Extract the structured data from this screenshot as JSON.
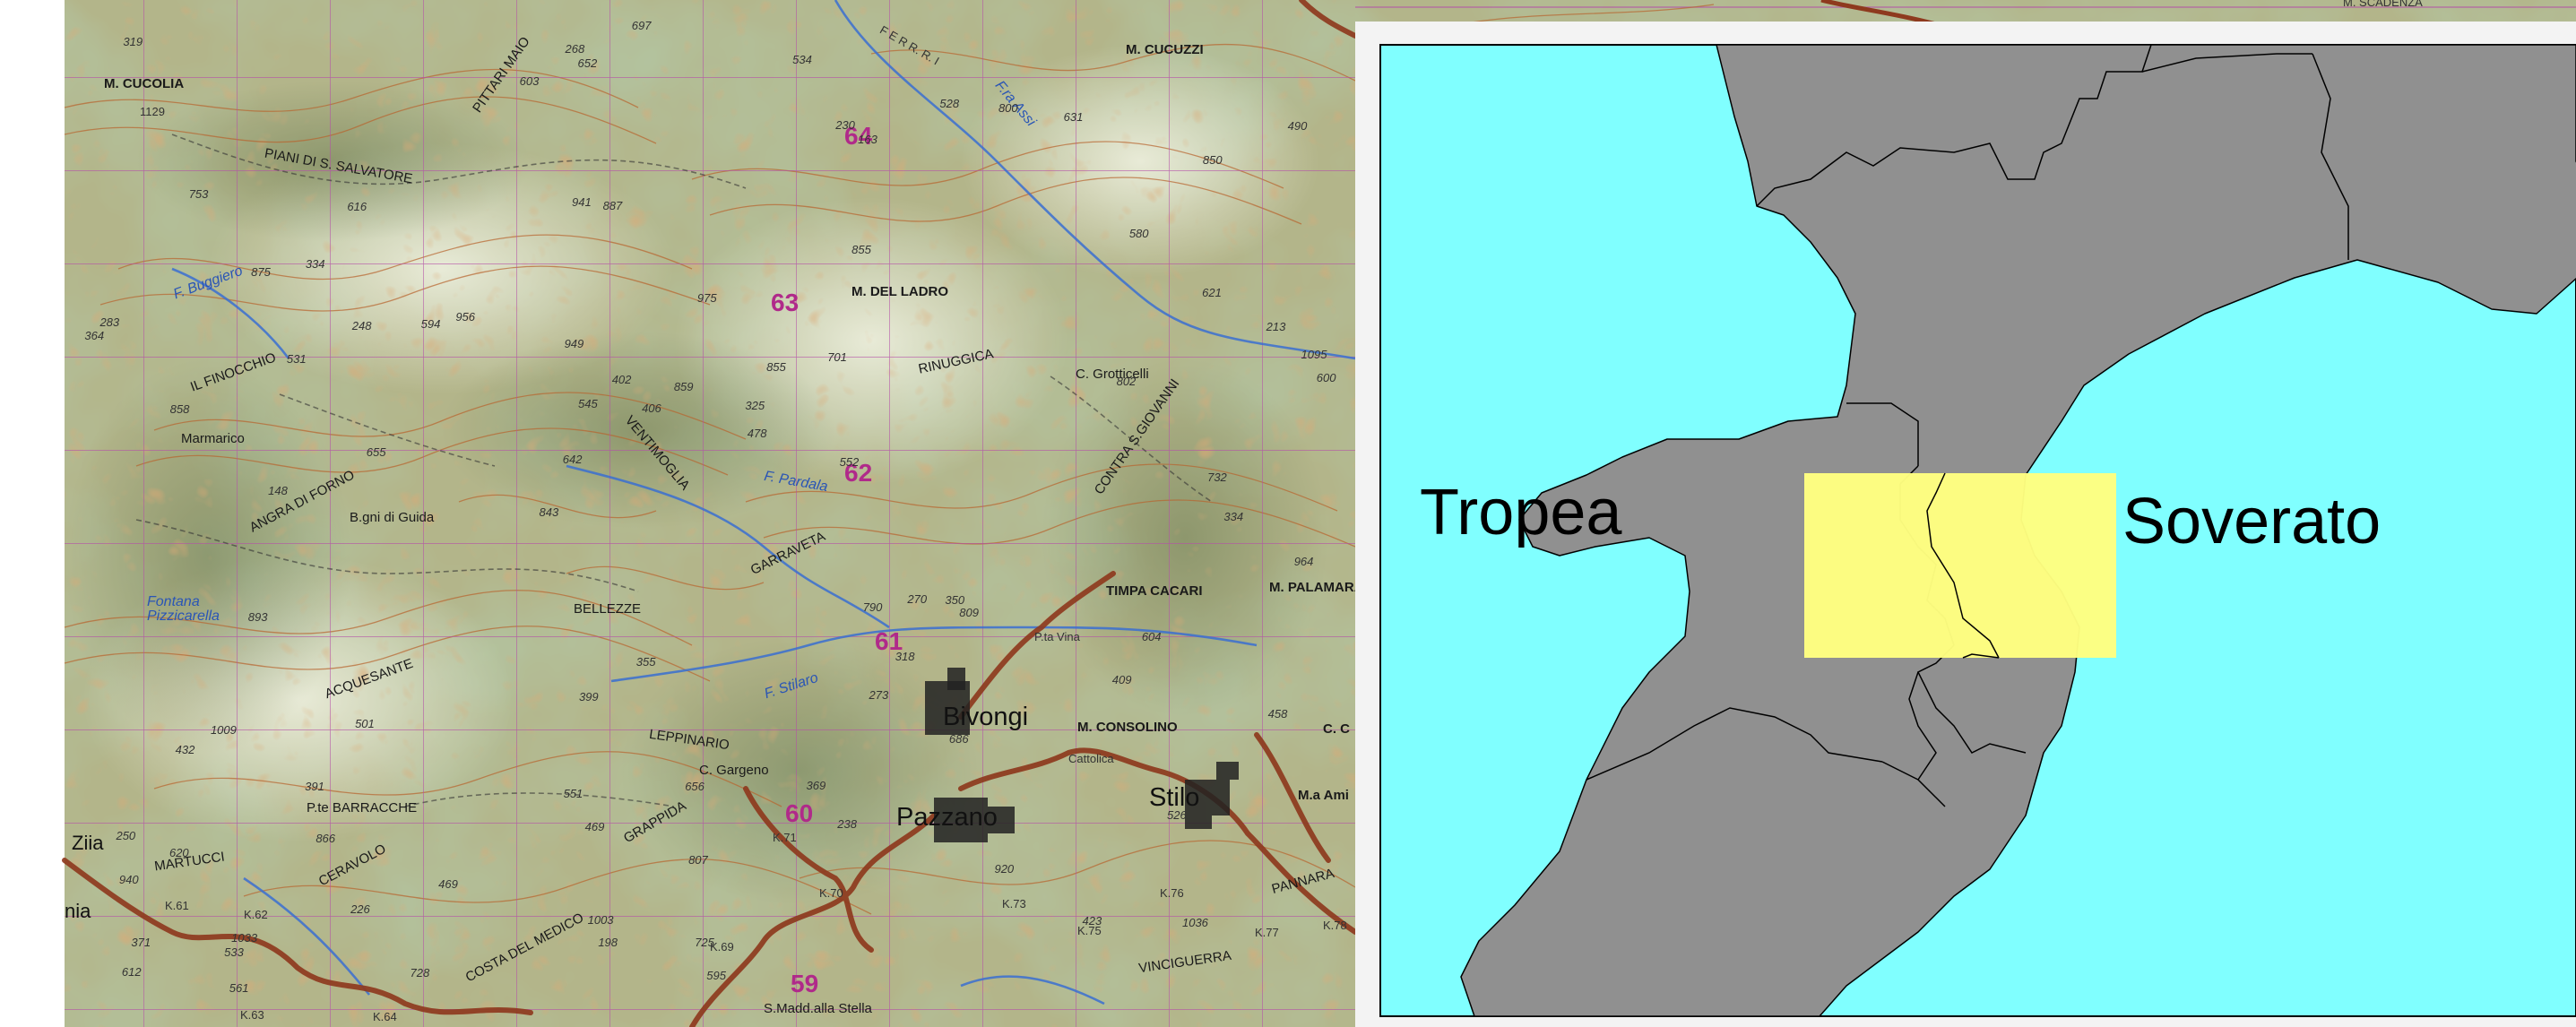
{
  "topo_map": {
    "grid_numbers": [
      {
        "id": "64",
        "text": "64"
      },
      {
        "id": "63",
        "text": "63"
      },
      {
        "id": "62",
        "text": "62"
      },
      {
        "id": "61",
        "text": "61"
      },
      {
        "id": "60",
        "text": "60"
      },
      {
        "id": "59",
        "text": "59"
      }
    ],
    "towns": [
      {
        "id": "bivongi",
        "text": "Bivongi"
      },
      {
        "id": "pazzano",
        "text": "Pazzano"
      },
      {
        "id": "stilo",
        "text": "Stilo"
      }
    ],
    "places": [
      {
        "id": "m-cucolia",
        "text": "M. CUCOLIA"
      },
      {
        "id": "m-cucolia-elev",
        "text": "1129"
      },
      {
        "id": "piani-salvatore",
        "text": "PIANI DI S. SALVATORE"
      },
      {
        "id": "pittari-maio",
        "text": "PITTARI MAIO"
      },
      {
        "id": "m-cucuzzi",
        "text": "M. CUCUZZI"
      },
      {
        "id": "m-del-ladro",
        "text": "M. DEL LADRO"
      },
      {
        "id": "rinuggica",
        "text": "RINUGGICA"
      },
      {
        "id": "c-grotticelli",
        "text": "C. Grotticelli"
      },
      {
        "id": "marmarico",
        "text": "Marmarico"
      },
      {
        "id": "il-finocchio",
        "text": "IL FINOCCHIO"
      },
      {
        "id": "angra-di-forno",
        "text": "ANGRA DI FORNO"
      },
      {
        "id": "bagni-di-guida",
        "text": "B.gni di Guida"
      },
      {
        "id": "ventimoglia",
        "text": "VENTIMOGLIA"
      },
      {
        "id": "garraveta",
        "text": "GARRAVETA"
      },
      {
        "id": "timpa-cacari",
        "text": "TIMPA CACARI"
      },
      {
        "id": "m-palamara",
        "text": "M. PALAMARA"
      },
      {
        "id": "bellezze",
        "text": "BELLEZZE"
      },
      {
        "id": "acquesante",
        "text": "ACQUESANTE"
      },
      {
        "id": "leppinario",
        "text": "LEPPINARIO"
      },
      {
        "id": "c-gargeno",
        "text": "C. Gargeno"
      },
      {
        "id": "m-consolino",
        "text": "M. CONSOLINO"
      },
      {
        "id": "cattolica",
        "text": "Cattolica"
      },
      {
        "id": "p-barracche",
        "text": "P.te BARRACCHE"
      },
      {
        "id": "grappida",
        "text": "GRAPPIDA"
      },
      {
        "id": "martucci",
        "text": "MARTUCCI"
      },
      {
        "id": "ceravolo",
        "text": "CERAVOLO"
      },
      {
        "id": "costa-del-medico",
        "text": "COSTA DEL MEDICO"
      },
      {
        "id": "pannara",
        "text": "PANNARA"
      },
      {
        "id": "vinciguerra",
        "text": "VINCIGUERRA"
      },
      {
        "id": "s-maddalena-stella",
        "text": "S.Madd.alla Stella"
      },
      {
        "id": "zina",
        "text": "Ziia"
      },
      {
        "id": "nia",
        "text": "nia"
      },
      {
        "id": "fontana-pizzicarella",
        "text": "Fontana Pizzicarella"
      },
      {
        "id": "p-la-vina",
        "text": "P.ta Vina"
      },
      {
        "id": "contra-s-giovanni",
        "text": "CONTRA S.GIOVANNI"
      },
      {
        "id": "m-scadenza",
        "text": "M. SCADENZA"
      },
      {
        "id": "ma-amico",
        "text": "M.a Ami"
      },
      {
        "id": "c-c",
        "text": "C. C"
      },
      {
        "id": "ferr",
        "text": "F E R R. R. I"
      }
    ],
    "rivers": [
      {
        "id": "f-stilaro",
        "text": "F. Stilaro"
      },
      {
        "id": "f-assi",
        "text": "F.ra Assi"
      },
      {
        "id": "f-pardala",
        "text": "F. Pardala"
      },
      {
        "id": "f-buggiero",
        "text": "F. Buggiero"
      }
    ],
    "road_markers": [
      {
        "id": "k61",
        "text": "K.61"
      },
      {
        "id": "k62",
        "text": "K.62"
      },
      {
        "id": "k63",
        "text": "K.63"
      },
      {
        "id": "k64",
        "text": "K.64"
      },
      {
        "id": "k69",
        "text": "K.69"
      },
      {
        "id": "k70",
        "text": "K.70"
      },
      {
        "id": "k71",
        "text": "K.71"
      },
      {
        "id": "k73",
        "text": "K.73"
      },
      {
        "id": "k75",
        "text": "K.75"
      },
      {
        "id": "k76",
        "text": "K.76"
      },
      {
        "id": "k77",
        "text": "K.77"
      },
      {
        "id": "k78",
        "text": "K.78"
      }
    ],
    "elevations": [
      "1036",
      "858",
      "850",
      "843",
      "855",
      "1033",
      "941",
      "975",
      "1009",
      "956",
      "940",
      "866",
      "887",
      "855",
      "809",
      "753",
      "652",
      "600",
      "790",
      "621",
      "642",
      "551",
      "545",
      "616",
      "528",
      "501",
      "423",
      "526",
      "350",
      "595",
      "594",
      "531",
      "273",
      "226",
      "213",
      "325",
      "371",
      "469",
      "478",
      "432",
      "580",
      "490",
      "318",
      "238",
      "391",
      "561",
      "612",
      "656",
      "631",
      "697",
      "655",
      "283",
      "334",
      "800",
      "533",
      "534",
      "603",
      "402",
      "458",
      "399",
      "469",
      "270",
      "248",
      "250",
      "319",
      "875",
      "964",
      "949",
      "807",
      "859",
      "620",
      "552",
      "604",
      "1003",
      "802",
      "355",
      "920",
      "725",
      "369",
      "268",
      "334",
      "701",
      "686",
      "406",
      "409",
      "364",
      "198",
      "230",
      "163",
      "148",
      "728",
      "732",
      "1095",
      "893"
    ]
  },
  "locator_map": {
    "labels": {
      "tropea": "Tropea",
      "soverato": "Soverato"
    },
    "colors": {
      "sea": "#80ffff",
      "land": "#909090",
      "highlight": "#ffff80",
      "frame": "#f3f3f3",
      "border": "#000000"
    }
  },
  "topo_colors": {
    "contour_brown": "#b8642e",
    "green_shade": "#9fb27a",
    "grid_magenta": "#b44fa8",
    "river_blue": "#3a6fd1",
    "road_red": "#8e3a1e",
    "town_black": "#222222"
  }
}
